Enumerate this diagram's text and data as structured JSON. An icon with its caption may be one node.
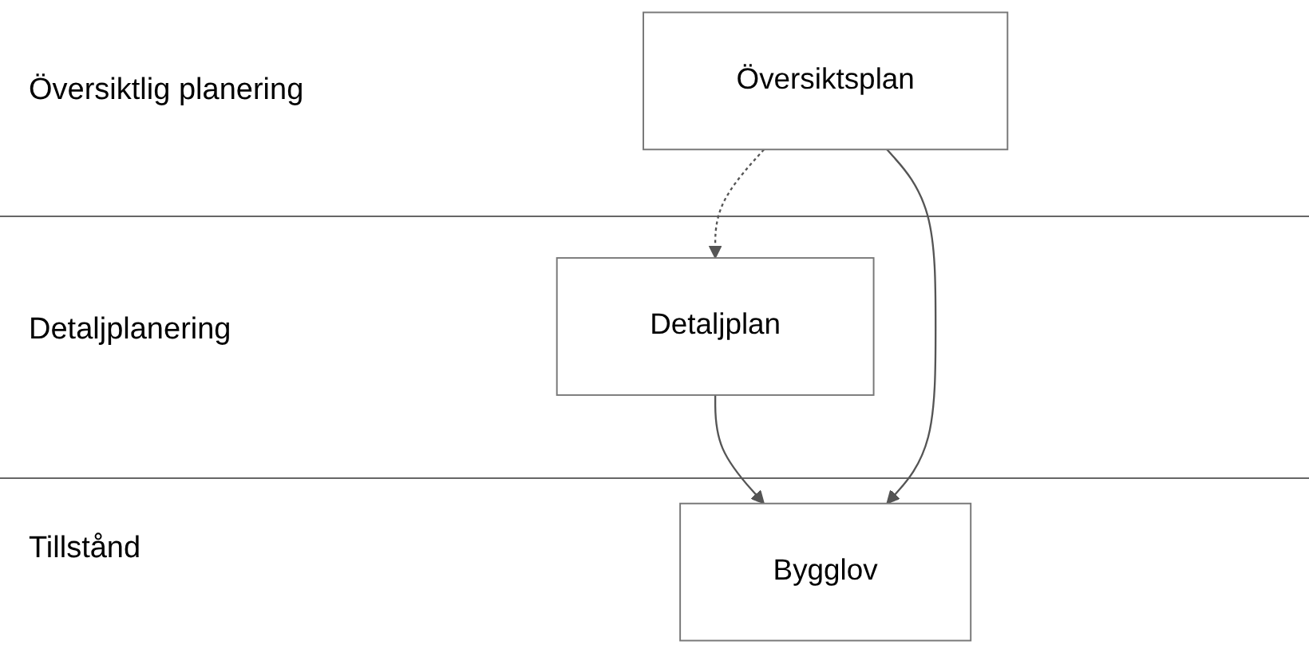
{
  "diagram": {
    "nodes": [
      {
        "text": [
          "Översiktsplan"
        ]
      },
      {
        "text": [
          "Detaljplan"
        ]
      },
      {
        "text": [
          "Bygglov"
        ]
      }
    ],
    "edges": [
      {
        "from": 0,
        "to": 1,
        "arrow": "to",
        "style": "dashed"
      },
      {
        "from": 1,
        "to": 2,
        "arrow": "to"
      },
      {
        "from": 0,
        "to": 2,
        "arrow": "to"
      }
    ],
    "labels": [
      "Översiktlig planering",
      "Detaljplanering",
      "Tillstånd"
    ]
  }
}
